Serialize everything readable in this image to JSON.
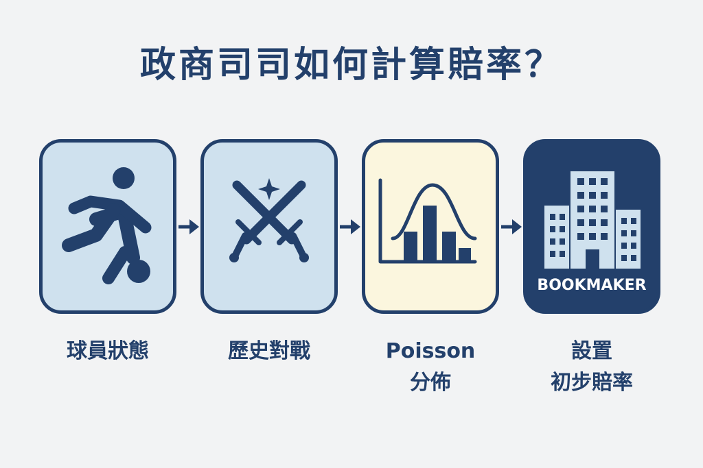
{
  "title": "政商司司如何計算賠率？",
  "steps": [
    {
      "icon": "soccer-player-icon",
      "label_lines": [
        "球員狀態"
      ]
    },
    {
      "icon": "crossed-swords-icon",
      "label_lines": [
        "歷史對戰"
      ]
    },
    {
      "icon": "poisson-distribution-chart-icon",
      "label_lines": [
        "Poisson",
        "分佈"
      ]
    },
    {
      "icon": "bookmaker-building-icon",
      "badge": "BOOKMAKER",
      "label_lines": [
        "設置",
        "初步賠率"
      ]
    }
  ],
  "colors": {
    "navy": "#23406b",
    "light_blue": "#cfe1ee",
    "cream": "#fbf6de",
    "background": "#f2f3f4"
  }
}
